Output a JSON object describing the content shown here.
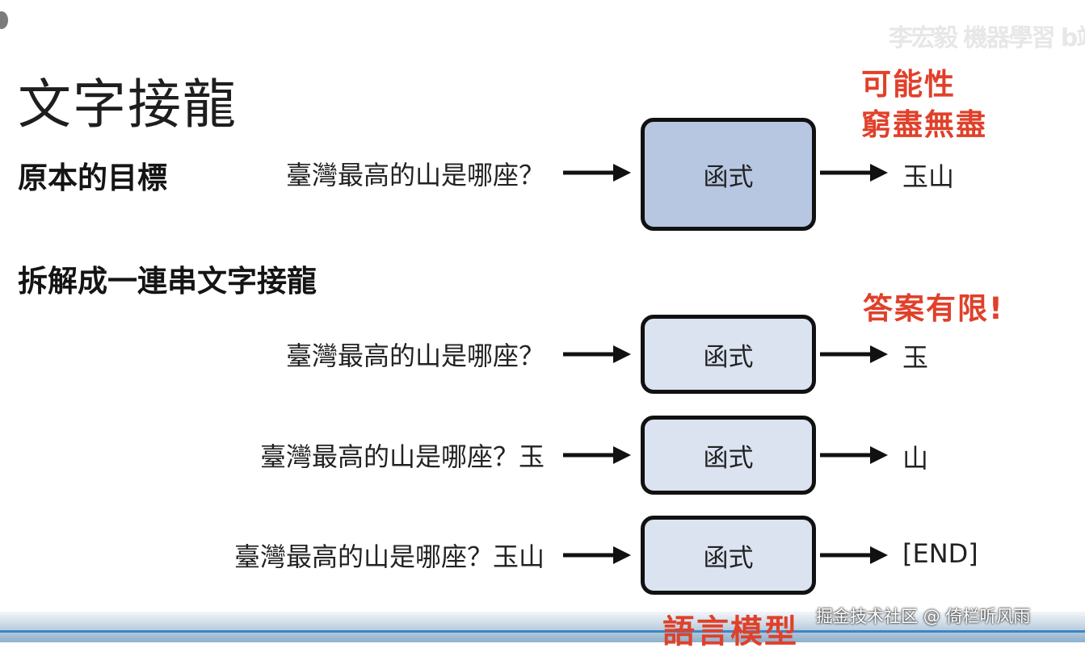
{
  "slide": {
    "title": "文字接龍",
    "channel_logo": "李宏毅 機器學習 b站",
    "original_goal": {
      "label": "原本的目標",
      "prompt": "臺灣最高的山是哪座？",
      "function_label": "函式",
      "output": "玉山",
      "note_line1": "可能性",
      "note_line2": "窮盡無盡"
    },
    "decompose": {
      "label": "拆解成一連串文字接龍",
      "note": "答案有限!",
      "steps": [
        {
          "prompt": "臺灣最高的山是哪座？",
          "function_label": "函式",
          "output": "玉"
        },
        {
          "prompt": "臺灣最高的山是哪座？玉",
          "function_label": "函式",
          "output": "山"
        },
        {
          "prompt": "臺灣最高的山是哪座？玉山",
          "function_label": "函式",
          "output": "[END]"
        }
      ],
      "model_label": "語言模型"
    },
    "watermark": "掘金技术社区 @ 倚栏听风雨",
    "colors": {
      "accent_red": "#e0402a",
      "box_big_fill": "#b7c7e2",
      "box_small_fill": "#dbe3f1",
      "stroke": "#111111"
    }
  }
}
